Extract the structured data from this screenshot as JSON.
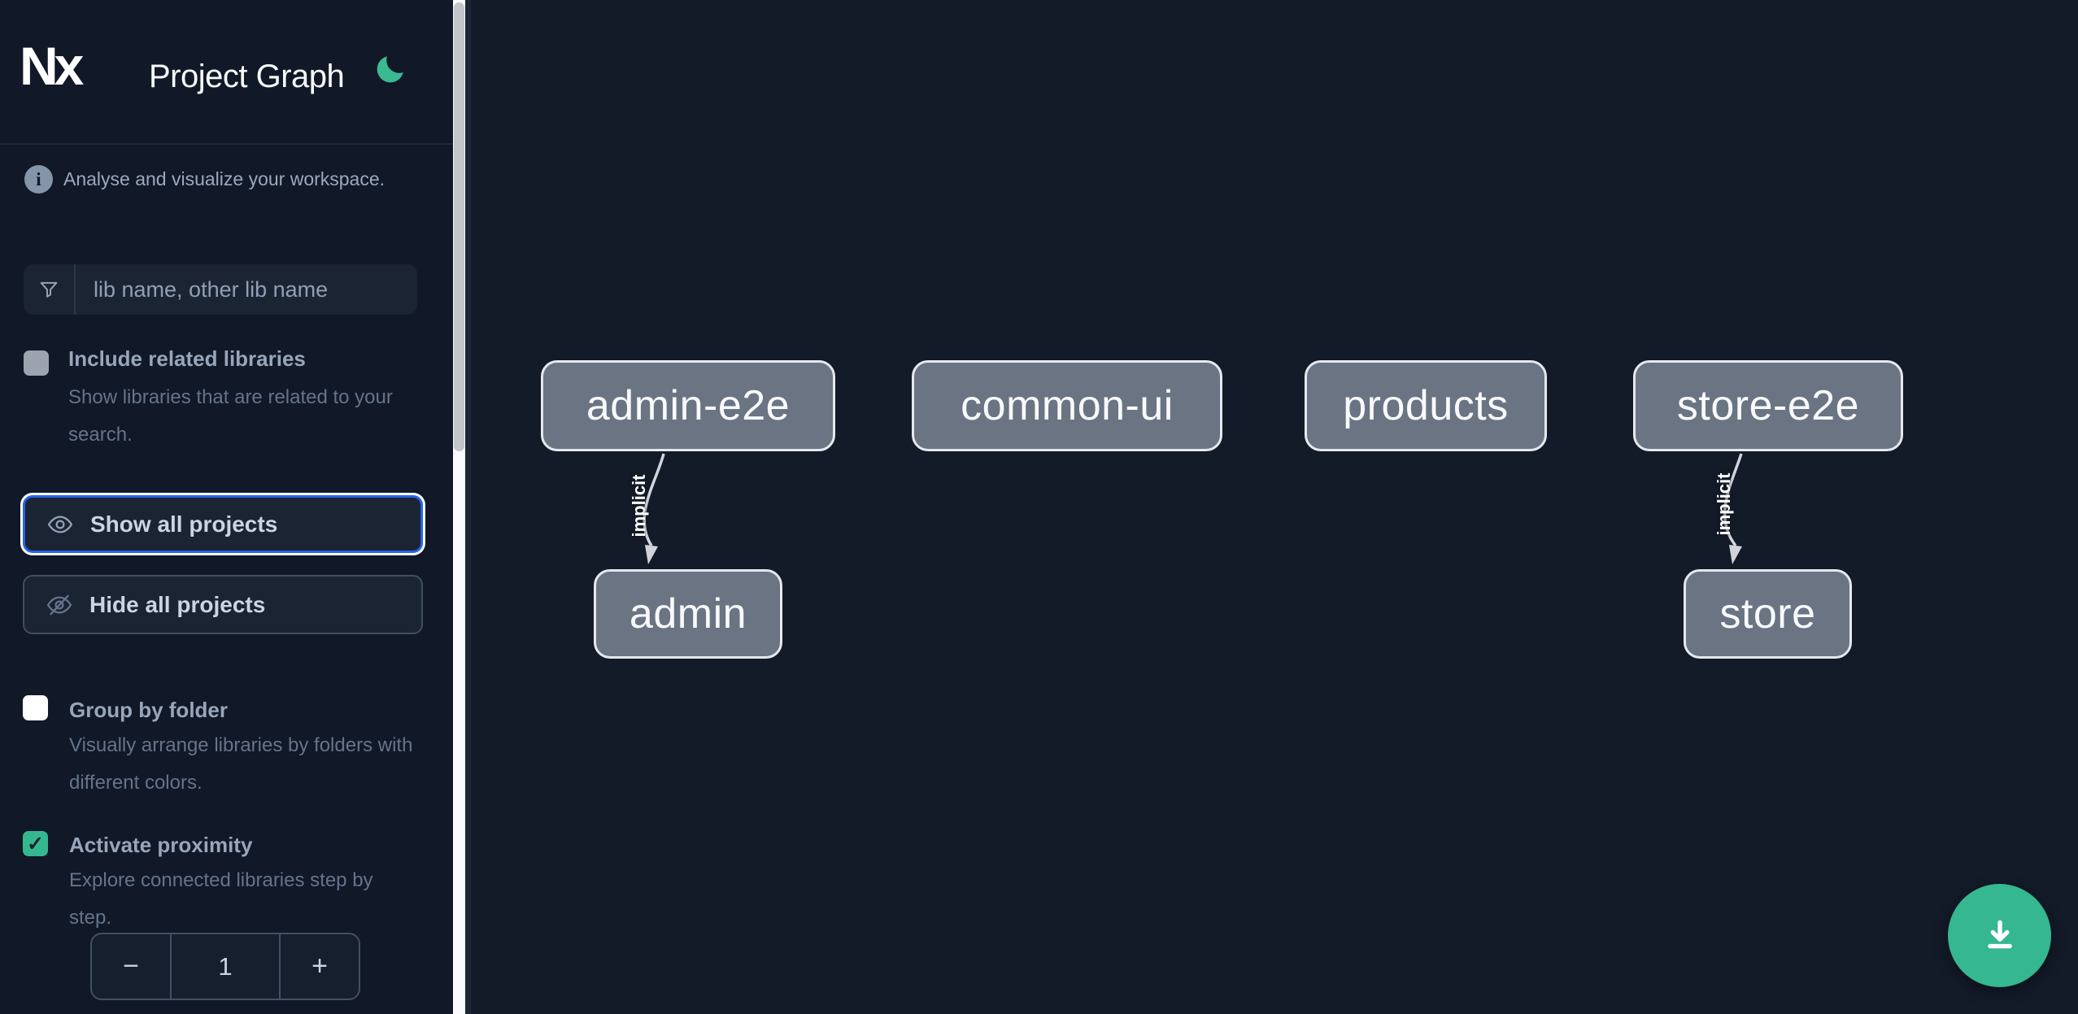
{
  "header": {
    "logo_text": "Nx",
    "title": "Project Graph",
    "theme_toggle_icon": "moon-icon"
  },
  "sidebar": {
    "info": {
      "icon": "info-icon",
      "text": "Analyse and visualize your workspace."
    },
    "search": {
      "icon": "filter-icon",
      "placeholder": "lib name, other lib name",
      "value": ""
    },
    "options": [
      {
        "label": "Include related libraries",
        "description": "Show libraries that are related to your search.",
        "checked": false
      },
      {
        "label": "Group by folder",
        "description": "Visually arrange libraries by folders with different colors.",
        "checked": false
      },
      {
        "label": "Activate proximity",
        "description": "Explore connected libraries step by step.",
        "checked": true
      }
    ],
    "check_glyph": "✓",
    "buttons": {
      "show_all": "Show all projects",
      "show_all_icon": "eye-icon",
      "hide_all": "Hide all projects",
      "hide_all_icon": "eye-slash-icon"
    },
    "proximity_stepper": {
      "decrement": "−",
      "value": "1",
      "increment": "+"
    }
  },
  "graph": {
    "nodes": [
      {
        "label": "admin-e2e"
      },
      {
        "label": "common-ui"
      },
      {
        "label": "products"
      },
      {
        "label": "store-e2e"
      },
      {
        "label": "admin"
      },
      {
        "label": "store"
      }
    ],
    "edges": [
      {
        "source": "admin-e2e",
        "target": "admin",
        "label": "implicit",
        "type": "implicit"
      },
      {
        "source": "store-e2e",
        "target": "store",
        "label": "implicit",
        "type": "implicit"
      }
    ]
  },
  "fab": {
    "icon": "download-icon"
  },
  "colors": {
    "accent_green": "#35b790",
    "focus_blue": "#2563eb",
    "node_fill": "#6b7483",
    "node_border": "#e5e8ed",
    "edge": "#d1d5db",
    "sidebar_bg": "#111827",
    "canvas_bg": "#131a28",
    "scrollbar_track": "#f8fafc",
    "scrollbar_thumb": "#c2c6cc"
  }
}
